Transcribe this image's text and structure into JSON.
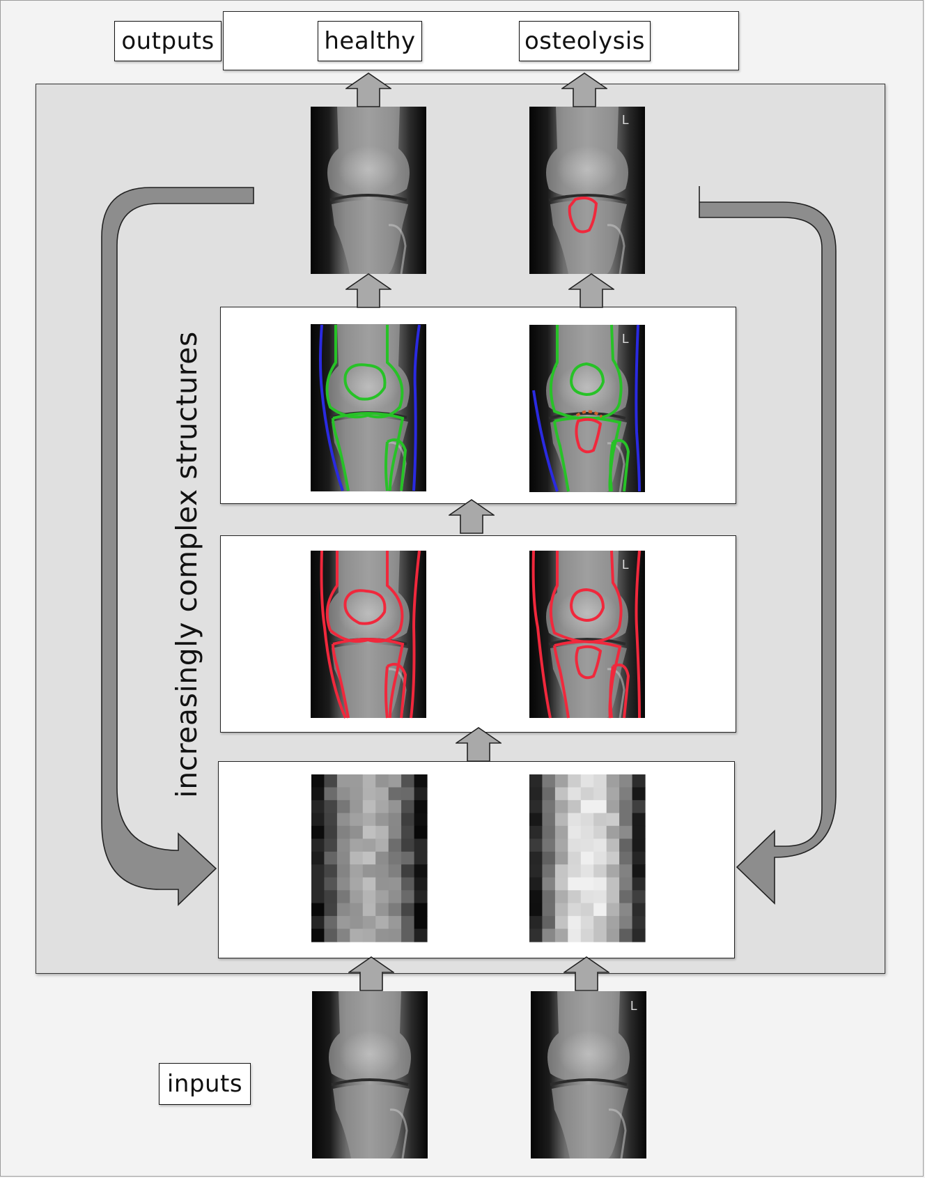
{
  "labels": {
    "outputs": "outputs",
    "healthy": "healthy",
    "osteolysis": "osteolysis",
    "inputs": "inputs",
    "side_marker": "L",
    "vertical": "increasingly complex structures"
  },
  "colors": {
    "page_background": "#f3f3f3",
    "network_panel": "#e0e0e0",
    "arrow_fill": "#a9a9a9",
    "loop_arrow_fill": "#8d8d8d",
    "outline_green": "#27c227",
    "outline_blue": "#2a2ae0",
    "outline_red": "#f0283c"
  },
  "icons": {
    "up_arrow": "up-arrow-icon",
    "loop_arrow": "curved-feedback-arrow-icon"
  }
}
